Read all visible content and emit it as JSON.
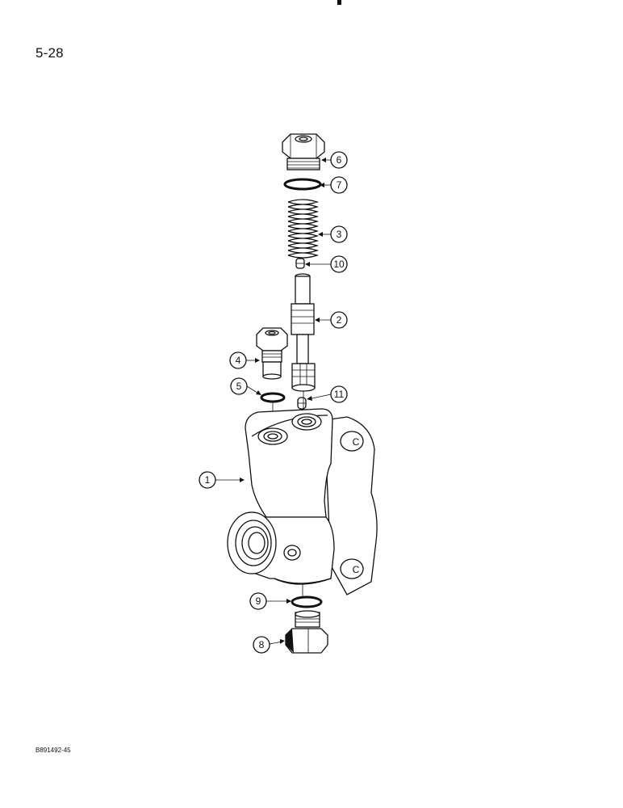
{
  "page": {
    "page_number": "5-28",
    "figure_code": "B891492-45"
  },
  "callouts": [
    {
      "id": "c1",
      "label": "1"
    },
    {
      "id": "c2",
      "label": "2"
    },
    {
      "id": "c3",
      "label": "3"
    },
    {
      "id": "c4",
      "label": "4"
    },
    {
      "id": "c5",
      "label": "5"
    },
    {
      "id": "c6",
      "label": "6"
    },
    {
      "id": "c7",
      "label": "7"
    },
    {
      "id": "c8",
      "label": "8"
    },
    {
      "id": "c9",
      "label": "9"
    },
    {
      "id": "c10",
      "label": "10"
    },
    {
      "id": "c11",
      "label": "11"
    }
  ],
  "body_marks": {
    "port_mark_upper": "C",
    "port_mark_lower": "C"
  }
}
